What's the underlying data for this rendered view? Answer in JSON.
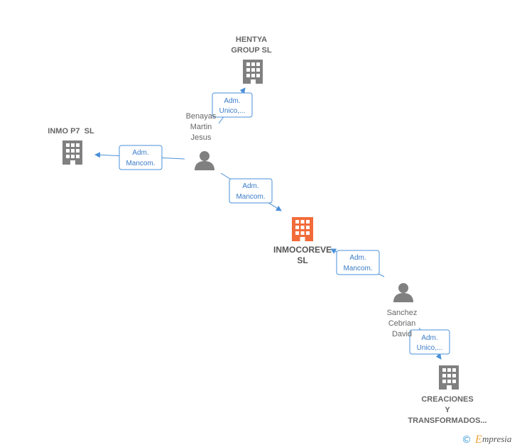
{
  "nodes": {
    "hentya": {
      "label_lines": [
        "HENTYA",
        "GROUP SL"
      ],
      "type": "company"
    },
    "inmo_p7": {
      "label_lines": [
        "INMO P7  SL"
      ],
      "type": "company"
    },
    "benayas": {
      "label_lines": [
        "Benayas",
        "Martin",
        "Jesus"
      ],
      "type": "person"
    },
    "inmocoreve": {
      "label_lines": [
        "INMOCOREVE",
        "SL"
      ],
      "type": "company-main"
    },
    "sanchez": {
      "label_lines": [
        "Sanchez",
        "Cebrian",
        "David"
      ],
      "type": "person"
    },
    "creaciones": {
      "label_lines": [
        "CREACIONES",
        "Y",
        "TRANSFORMADOS..."
      ],
      "type": "company"
    }
  },
  "edges": [
    {
      "from": "benayas",
      "to": "hentya",
      "label_lines": [
        "Adm.",
        "Unico,..."
      ]
    },
    {
      "from": "benayas",
      "to": "inmo_p7",
      "label_lines": [
        "Adm.",
        "Mancom."
      ]
    },
    {
      "from": "benayas",
      "to": "inmocoreve",
      "label_lines": [
        "Adm.",
        "Mancom."
      ]
    },
    {
      "from": "sanchez",
      "to": "inmocoreve",
      "label_lines": [
        "Adm.",
        "Mancom."
      ]
    },
    {
      "from": "sanchez",
      "to": "creaciones",
      "label_lines": [
        "Adm.",
        "Unico,..."
      ]
    }
  ],
  "colors": {
    "company": "#808080",
    "company_main": "#f26b3a",
    "person": "#808080",
    "edge": "#4a90d9",
    "edge_text": "#3a7bc8"
  },
  "icons": {
    "company": "building-icon",
    "person": "person-icon",
    "copyright": "copyright-icon"
  },
  "watermark": {
    "symbol": "©",
    "brand": "mpresia",
    "brand_initial": "E"
  }
}
